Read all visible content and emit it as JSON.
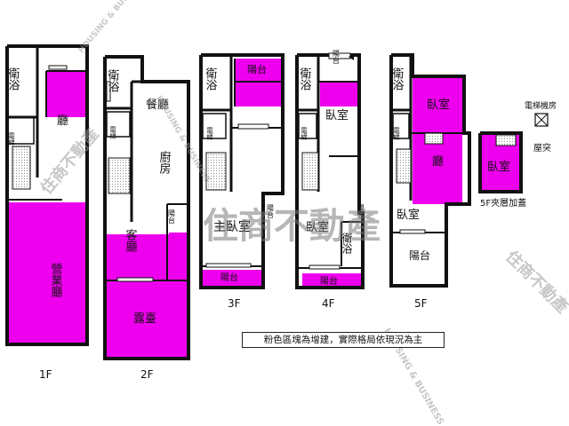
{
  "colors": {
    "addition": "#ee00ee",
    "wall": "#111111",
    "watermark": "#8a8a8a"
  },
  "watermark": {
    "brand": "住商不動產",
    "english": "HOUSING & BUSINESS"
  },
  "floors": [
    {
      "label": "1F",
      "rooms": {
        "bath": "衛浴",
        "elevator": "電梯",
        "hall": "廳",
        "shop": "營業廳"
      }
    },
    {
      "label": "2F",
      "rooms": {
        "bath": "衛浴",
        "elevator": "電梯",
        "dining": "餐廳",
        "kitchen": "廚房",
        "living": "客廳",
        "balcony": "陽台",
        "terrace": "露臺"
      }
    },
    {
      "label": "3F",
      "rooms": {
        "bath": "衛浴",
        "elevator": "電梯",
        "balcony_top": "陽台",
        "master": "主臥室",
        "balcony_side": "陽台",
        "balcony_bottom": "陽台"
      }
    },
    {
      "label": "4F",
      "rooms": {
        "bath": "衛浴",
        "elevator": "電梯",
        "balcony_top": "陽台",
        "bedroom_top": "臥室",
        "bedroom_left": "臥室",
        "bath_mid": "衛浴",
        "balcony_side": "陽台",
        "balcony_bottom": "陽台"
      }
    },
    {
      "label": "5F",
      "rooms": {
        "bath": "衛浴",
        "elevator": "電梯",
        "bedroom_top": "臥室",
        "hall": "廳",
        "bedroom_mid": "臥室",
        "balcony": "陽台"
      }
    }
  ],
  "mezzanine": {
    "label": "5F夾層加蓋",
    "bedroom": "臥室"
  },
  "roof": {
    "machine_room": "電梯機房",
    "roof_protrusion": "屋突"
  },
  "note": "粉色區塊為增建，實際格局依現況為主"
}
